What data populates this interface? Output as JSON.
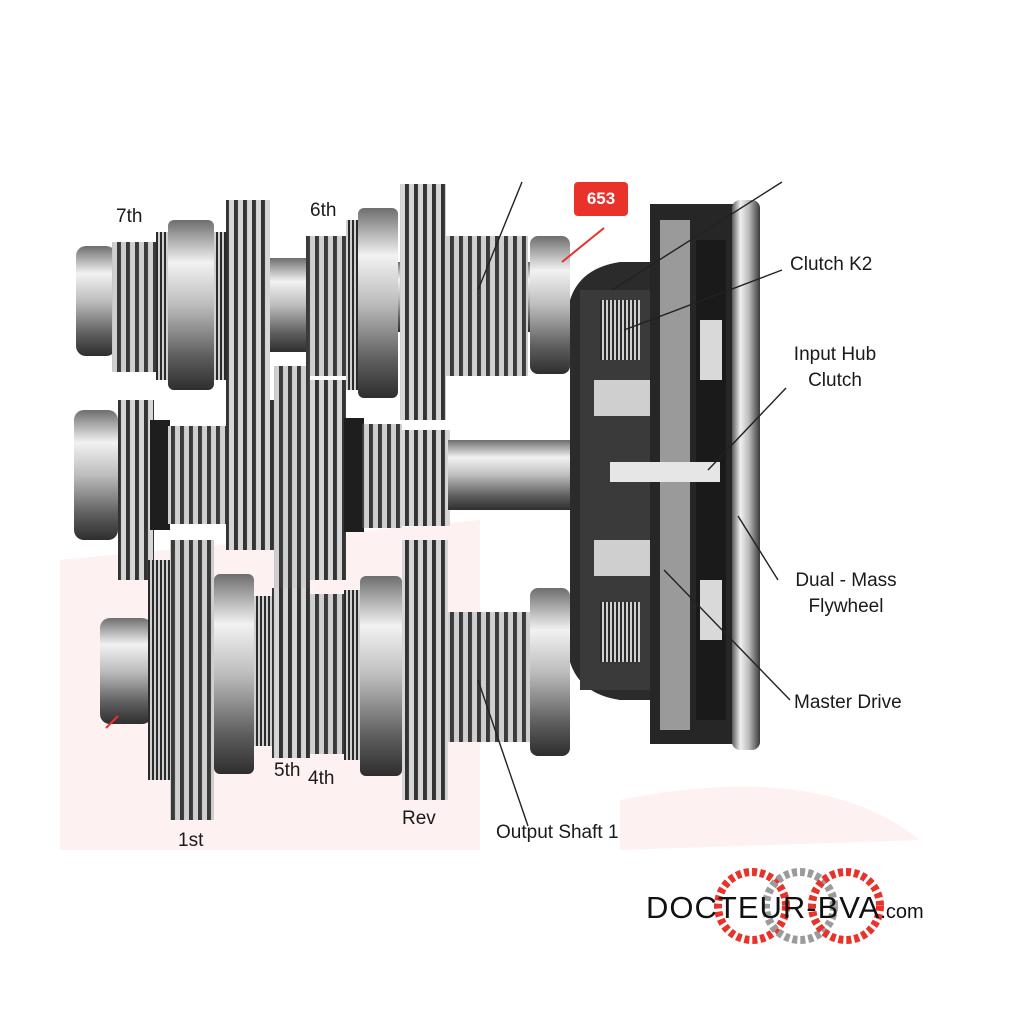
{
  "badge": "653",
  "labels": {
    "seventh": "7th",
    "sixth": "6th",
    "first": "1st",
    "fifth": "5th",
    "fourth": "4th",
    "reverse": "Rev",
    "output_shaft": "Output Shaft 1",
    "clutch_k2": "Clutch K2",
    "input_hub_clutch_1": "Input Hub",
    "input_hub_clutch_2": "Clutch",
    "dual_mass_1": "Dual - Mass",
    "dual_mass_2": "Flywheel",
    "master_drive": "Master Drive"
  },
  "logo": {
    "name": "DOCTEUR-BVA",
    "domain": ".com"
  },
  "colors": {
    "accent": "#e8322a",
    "metal_dark": "#2b2b2b",
    "metal_light": "#cfcfcf"
  }
}
